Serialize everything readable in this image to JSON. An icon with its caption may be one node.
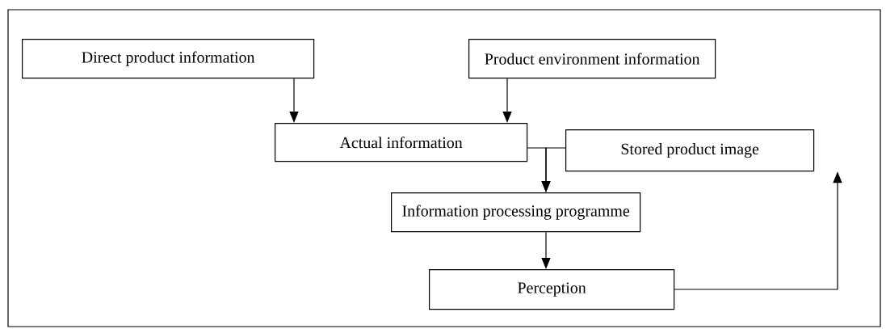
{
  "diagram": {
    "nodes": [
      {
        "text": [
          "Direct product information"
        ]
      },
      {
        "text": [
          "Product environment information"
        ]
      },
      {
        "text": [
          "Actual information"
        ]
      },
      {
        "text": [
          "Stored product image"
        ]
      },
      {
        "text": [
          "Information processing programme"
        ]
      },
      {
        "text": [
          "Perception"
        ]
      }
    ],
    "edges": [
      {
        "from": 0,
        "to": 2,
        "arrow": "to"
      },
      {
        "from": 1,
        "to": 2,
        "arrow": "to"
      },
      {
        "from": 2,
        "to": 4,
        "arrow": "to"
      },
      {
        "from": 3,
        "to": 4,
        "arrow": "to"
      },
      {
        "from": 4,
        "to": 5,
        "arrow": "to"
      },
      {
        "from": 5,
        "to": 3,
        "arrow": "to"
      }
    ]
  }
}
